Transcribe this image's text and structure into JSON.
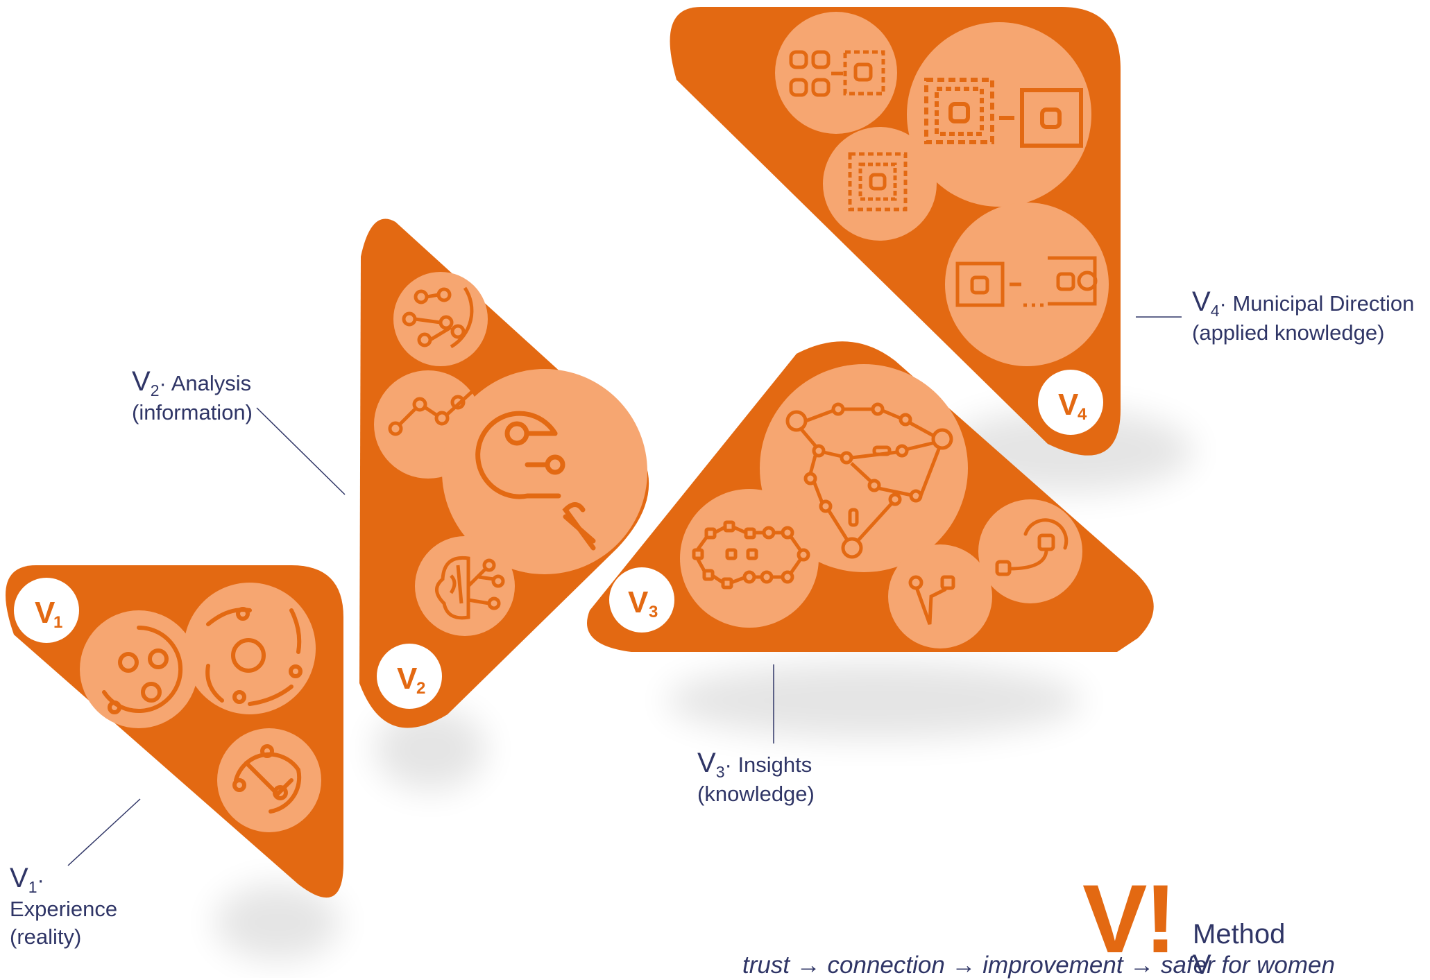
{
  "stages": [
    {
      "id": "v1",
      "badge": "V",
      "badge_sub": "1",
      "name": "Experience",
      "detail": "(reality)"
    },
    {
      "id": "v2",
      "badge": "V",
      "badge_sub": "2",
      "name": "Analysis",
      "detail": "(information)"
    },
    {
      "id": "v3",
      "badge": "V",
      "badge_sub": "3",
      "name": "Insights",
      "detail": "(knowledge)"
    },
    {
      "id": "v4",
      "badge": "V",
      "badge_sub": "4",
      "name": "Municipal Direction",
      "detail": "(applied knowledge)"
    }
  ],
  "separator": "·",
  "brand": {
    "mark": "V!",
    "name": "Method V",
    "tagline": "trust → connection → improvement → safer for women"
  },
  "colors": {
    "orange": "#e36912",
    "light_orange": "#f6a671",
    "navy": "#2f3566",
    "white": "#ffffff"
  }
}
